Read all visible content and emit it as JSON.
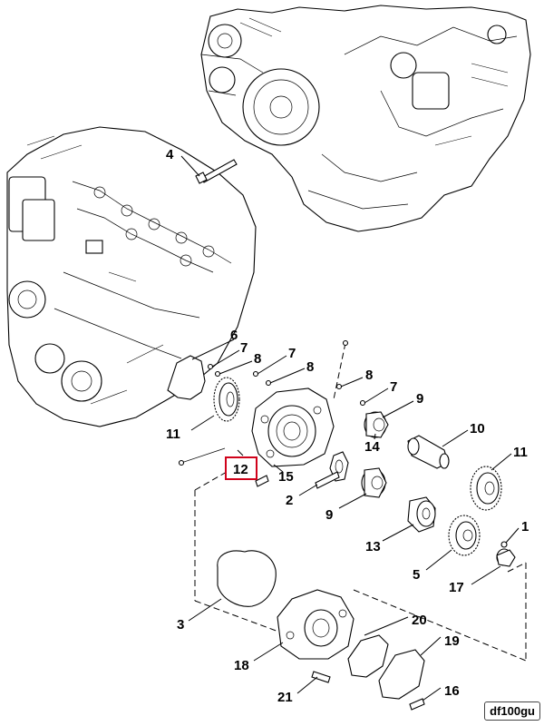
{
  "diagram": {
    "ref_code": "df100gu",
    "highlight_color": "#d0021b",
    "highlighted_callout": "12",
    "callouts": {
      "c4": "4",
      "c6": "6",
      "c7a": "7",
      "c8a": "8",
      "c7b": "7",
      "c8b": "8",
      "c8c": "8",
      "c7c": "7",
      "c9a": "9",
      "c10": "10",
      "c11a": "11",
      "c14": "14",
      "c11b": "11",
      "c12": "12",
      "c15": "15",
      "c2": "2",
      "c9b": "9",
      "c13": "13",
      "c1": "1",
      "c5": "5",
      "c17": "17",
      "c3": "3",
      "c20": "20",
      "c19": "19",
      "c18": "18",
      "c16": "16",
      "c21": "21"
    }
  }
}
